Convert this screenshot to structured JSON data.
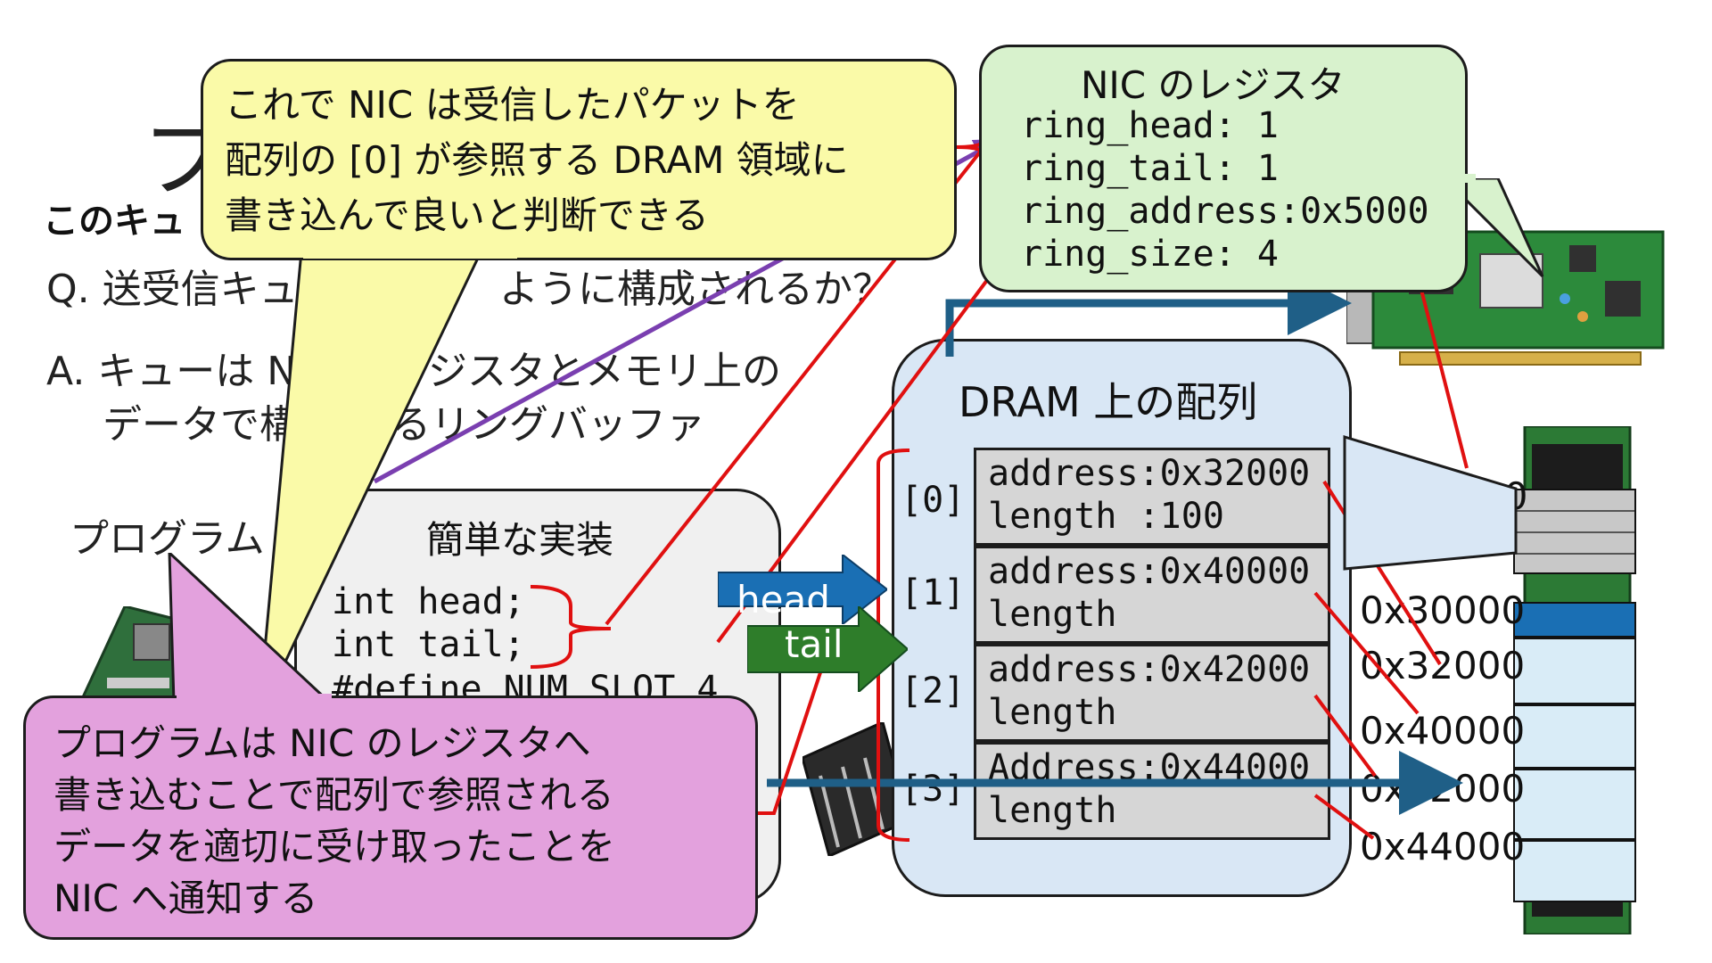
{
  "slide": {
    "title_partial": "プ",
    "subheading_partial": "このキュ",
    "q_line_a": "Q. 送受信キュ",
    "q_line_b": "ように構成されるか？",
    "a_line1_a": "A. キューは N",
    "a_line1_b": "ジスタとメモリ上の",
    "a_line2_a": "データで構",
    "a_line2_b": "れるリングバッファ",
    "program_label": "プログラム"
  },
  "callout_yellow": {
    "lines": [
      "これで NIC は受信したパケットを",
      "配列の [0] が参照する DRAM 領域に",
      "書き込んで良いと判断できる"
    ]
  },
  "callout_pink": {
    "lines": [
      "プログラムは NIC のレジスタへ",
      "書き込むことで配列で参照される",
      "データを適切に受け取ったことを",
      "NIC へ通知する"
    ]
  },
  "nic_registers": {
    "title": "NIC のレジスタ",
    "ring_head": "ring_head: 1",
    "ring_tail": "ring_tail: 1",
    "ring_address": "ring_address:0x5000",
    "ring_size": "ring_size: 4"
  },
  "code": {
    "title": "簡単な実装",
    "line1": "int head;",
    "line2": "int tail;",
    "line3": "#define NUM_SLOT 4"
  },
  "pointers": {
    "head": "head",
    "tail": "tail"
  },
  "dram": {
    "title": "DRAM 上の配列",
    "slots": [
      {
        "index": "[0]",
        "line1": "address:0x32000",
        "line2": "length :100"
      },
      {
        "index": "[1]",
        "line1": "address:0x40000",
        "line2": "length"
      },
      {
        "index": "[2]",
        "line1": "address:0x42000",
        "line2": "length"
      },
      {
        "index": "[3]",
        "line1": "Address:0x44000",
        "line2": "length"
      }
    ]
  },
  "memory_addresses": {
    "a5000": "0x5000",
    "a30000": "0x30000",
    "a32000": "0x32000",
    "a40000": "0x40000",
    "a42000": "0x42000",
    "a44000": "0x44000"
  },
  "colors": {
    "yellow_callout": "#fafaa8",
    "pink_callout": "#e3a1dd",
    "green_callout": "#d8f2cd",
    "dram_panel": "#d9e7f5",
    "head_arrow": "#1a6fb4",
    "tail_arrow": "#2e7d2a",
    "connector_red": "#e01010",
    "connector_purple": "#7a3fb0",
    "bus_arrow": "#1f5f87"
  },
  "icons": [
    "nic-card-icon",
    "memory-module-icon",
    "cpu-chip-icon",
    "motherboard-icon"
  ]
}
